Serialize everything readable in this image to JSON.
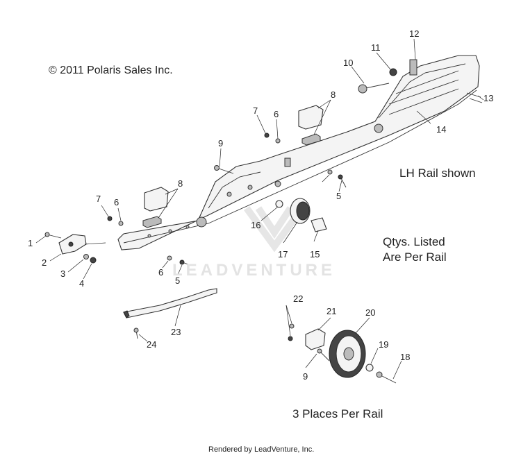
{
  "copyright": "© 2011 Polaris Sales Inc.",
  "notes": {
    "lh_rail": "LH Rail shown",
    "qtys_line1": "Qtys. Listed",
    "qtys_line2": "Are Per Rail",
    "places": "3 Places Per Rail"
  },
  "watermark": "LEADVENTURE",
  "footer": "Rendered by LeadVenture, Inc.",
  "callouts": [
    "1",
    "2",
    "3",
    "4",
    "5",
    "5",
    "6",
    "6",
    "6",
    "7",
    "7",
    "8",
    "8",
    "9",
    "9",
    "10",
    "11",
    "12",
    "13",
    "14",
    "15",
    "16",
    "17",
    "18",
    "19",
    "20",
    "21",
    "22",
    "23",
    "24"
  ]
}
